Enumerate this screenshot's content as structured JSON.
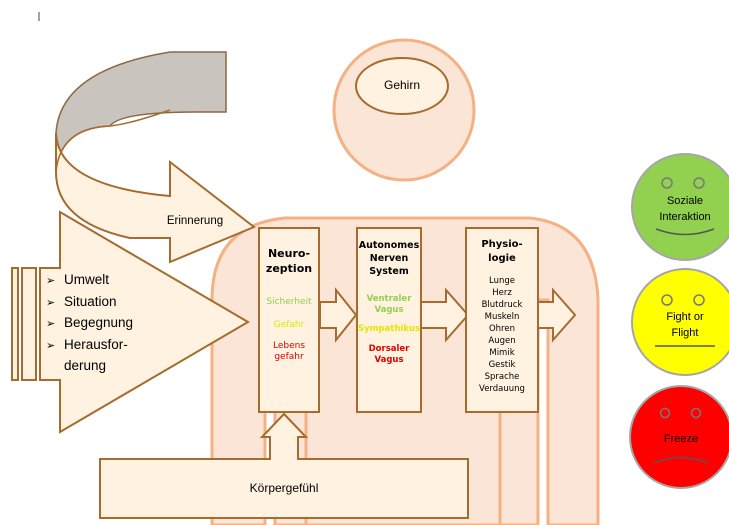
{
  "brain": {
    "label": "Gehirn"
  },
  "memory_arrow": {
    "label": "Erinnerung"
  },
  "inputs": {
    "items": [
      "Umwelt",
      "Situation",
      "Begegnung",
      "Herausfor-",
      "derung"
    ]
  },
  "neurozeption": {
    "title_line1": "Neuro-",
    "title_line2": "zeption",
    "safety": "Sicherheit",
    "danger": "Gefahr",
    "threat_line1": "Lebens",
    "threat_line2": "gefahr"
  },
  "ans": {
    "title_line1": "Autonomes",
    "title_line2": "Nerven",
    "title_line3": "System",
    "ventral_line1": "Ventraler",
    "ventral_line2": "Vagus",
    "sympathetic": "Sympathikus",
    "dorsal_line1": "Dorsaler",
    "dorsal_line2": "Vagus"
  },
  "physiology": {
    "title_line1": "Physio-",
    "title_line2": "logie",
    "items": [
      "Lunge",
      "Herz",
      "Blutdruck",
      "Muskeln",
      "Ohren",
      "Augen",
      "Mimik",
      "Gestik",
      "Sprache",
      "Verdauung"
    ]
  },
  "body_feeling": {
    "label": "Körpergefühl"
  },
  "states": {
    "social_line1": "Soziale",
    "social_line2": "Interaktion",
    "fight_line1": "Fight or",
    "fight_line2": "Flight",
    "freeze": "Freeze"
  },
  "colors": {
    "body_fill": "#fbe5d6",
    "body_stroke": "#f4b183",
    "box_fill": "#fff2e0",
    "box_stroke": "#a66b2e",
    "green_text": "#92d050",
    "yellow_text": "#e5e500",
    "red_text": "#e00000",
    "smiley_green": "#92d050",
    "smiley_yellow": "#ffff00",
    "smiley_red": "#ff0000"
  }
}
